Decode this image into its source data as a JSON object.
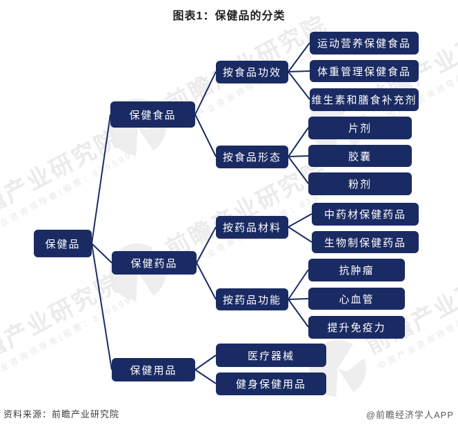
{
  "title": "图表1：保健品的分类",
  "diagram": {
    "root": "保健品",
    "branches": [
      {
        "label": "保健食品",
        "groups": [
          {
            "label": "按食品功效",
            "children": [
              "运动营养保健食品",
              "体重管理保健食品",
              "维生素和膳食补充剂"
            ]
          },
          {
            "label": "按食品形态",
            "children": [
              "片剂",
              "胶囊",
              "粉剂"
            ]
          }
        ]
      },
      {
        "label": "保健药品",
        "groups": [
          {
            "label": "按药品材料",
            "children": [
              "中药材保健药品",
              "生物制保健药品"
            ]
          },
          {
            "label": "按药品功能",
            "children": [
              "抗肿瘤",
              "心血管",
              "提升免疫力"
            ]
          }
        ]
      },
      {
        "label": "保健用品",
        "children": [
          "医疗器械",
          "健身保健用品"
        ]
      }
    ]
  },
  "watermark": {
    "brand": "前瞻产业研究院",
    "tagline": "中国产业咨询领导者(股票：839599)"
  },
  "footer": {
    "source": "资料来源：前瞻产业研究院",
    "credit": "@前瞻经济学人APP"
  },
  "colors": {
    "node_fill": "#1a2b63",
    "node_text": "#ffffff",
    "connector": "#1a2b63"
  }
}
